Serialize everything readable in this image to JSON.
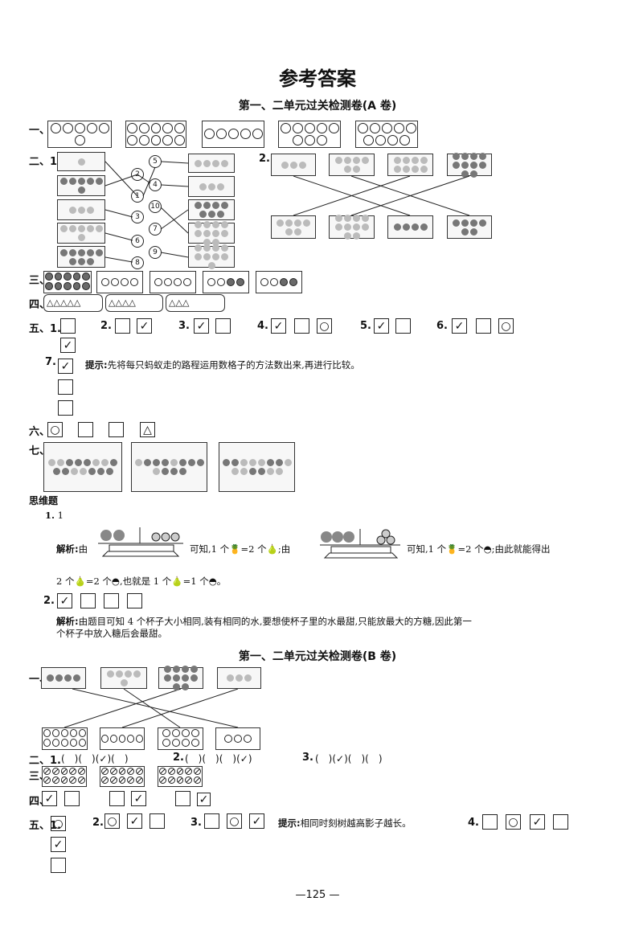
{
  "title": "参考答案",
  "sectionA": {
    "title": "第一、二单元过关检测卷(A 卷)",
    "q1_label": "一、",
    "q2_label": "二、1.",
    "q2_2_label": "2.",
    "q3_label": "三、",
    "q4_label": "四、",
    "q5_label": "五、1.",
    "q5": {
      "n2": "2.",
      "n3": "3.",
      "n4": "4.",
      "n5": "5.",
      "n6": "6.",
      "n7": "7.",
      "hint7": "提示:",
      "hint7_text": "先将每只蚂蚁走的路程运用数格子的方法数出来,再进行比较。"
    },
    "q6_label": "六、",
    "q7_label": "七、",
    "thinking": {
      "label": "思维题",
      "n1": "1.",
      "n1_answer": "1",
      "analysis_label": "解析:",
      "analysis_1a": "由",
      "analysis_1b": "可知,1 个",
      "analysis_1c": "=2 个",
      "analysis_1d": ";由",
      "analysis_1e": "可知,1 个",
      "analysis_1f": "=2 个",
      "analysis_1g": ";由此就能得出",
      "analysis_1h": "2 个",
      "analysis_1i": "=2 个",
      "analysis_1j": ",也就是 1 个",
      "analysis_1k": "=1 个",
      "analysis_1l": "。",
      "n2": "2.",
      "analysis2_label": "解析:",
      "analysis2_text1": "由题目可知 4 个杯子大小相同,装有相同的水,要想使杯子里的水最甜,只能放最大的方糖,因此第一",
      "analysis2_text2": "个杯子中放入糖后会最甜。"
    }
  },
  "sectionB": {
    "title": "第一、二单元过关检测卷(B 卷)",
    "q1_label": "一、",
    "q2_label": "二、1.",
    "q2_1": "(　)(　)(✓)(　)",
    "q2_2_label": "2.",
    "q2_2": "(　)(　)(　)(✓)",
    "q2_3_label": "3.",
    "q2_3": "(　)(✓)(　)(　)",
    "q3_label": "三、",
    "q4_label": "四、",
    "q5_label": "五、1.",
    "q5_n2": "2.",
    "q5_n3": "3.",
    "q5_n4": "4.",
    "hint_label": "提示:",
    "hint_text": "相同时刻树越高影子越长。"
  },
  "marks": {
    "check": "✓",
    "circle": "○",
    "triangle": "△"
  },
  "page_number": "—125 —",
  "matching_numbers": [
    "5",
    "2",
    "1",
    "3",
    "6",
    "8",
    "4",
    "10",
    "7",
    "9"
  ]
}
